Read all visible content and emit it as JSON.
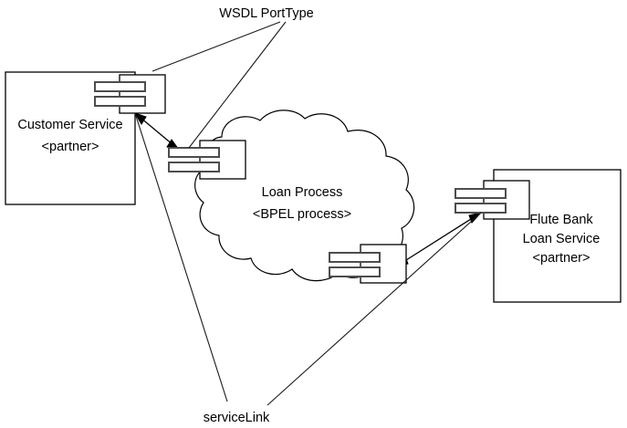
{
  "diagram": {
    "title": "WSDL PortType / serviceLink BPEL diagram",
    "background_color": "#ffffff",
    "line_color": "#000000",
    "nodes": {
      "customer_service": {
        "label_line1": "Customer Service",
        "label_line2": "<partner>",
        "shape": "rectangle"
      },
      "loan_process": {
        "label_line1": "Loan Process",
        "label_line2": "<BPEL process>",
        "shape": "cloud"
      },
      "flute_bank": {
        "label_line1": "Flute Bank",
        "label_line2": "Loan Service",
        "label_line3": "<partner>",
        "shape": "rectangle"
      }
    },
    "annotations": {
      "wsdl_porttype": "WSDL PortType",
      "service_link": "serviceLink"
    },
    "ports": [
      {
        "name": "customer-service-port",
        "owner": "customer_service"
      },
      {
        "name": "loan-process-inbound-port",
        "owner": "loan_process"
      },
      {
        "name": "loan-process-outbound-port",
        "owner": "loan_process"
      },
      {
        "name": "flute-bank-port",
        "owner": "flute_bank"
      }
    ],
    "links": [
      {
        "name": "customer-to-process-link",
        "kind": "serviceLink",
        "arrow": "double"
      },
      {
        "name": "process-to-bank-link",
        "kind": "serviceLink",
        "arrow": "double"
      }
    ]
  }
}
